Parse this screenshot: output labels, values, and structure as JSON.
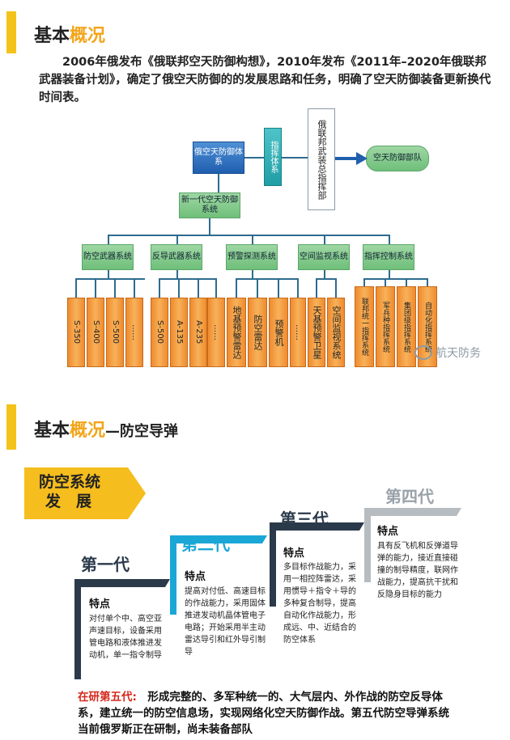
{
  "section1": {
    "title_a": "基本",
    "title_b": "概况",
    "para": "2006年俄发布《俄联邦空天防御构想》，2010年发布《2011年–2020年俄联邦武器装备计划》，确定了俄空天防御的的发展思路和任务，明确了空天防御装备更新换代时间表。"
  },
  "diagram": {
    "top_left": "俄空天防御体系",
    "command_system": "指挥体系",
    "hq": "俄联邦武装总指挥部",
    "units": "空天防御部队",
    "new_gen": "新一代空天防御系统",
    "groups": [
      {
        "label": "防空武器系统",
        "items": [
          "S-350",
          "S-400",
          "S-500",
          "……"
        ]
      },
      {
        "label": "反导武器系统",
        "items": [
          "S-500",
          "A-135",
          "A-235",
          "……"
        ]
      },
      {
        "label": "预警探测系统",
        "items": [
          "地基预警雷达",
          "防空雷达",
          "预警机",
          "……"
        ]
      },
      {
        "label": "空间监视系统",
        "items": [
          "天基预警卫星",
          "空间监视系统"
        ]
      },
      {
        "label": "指挥控制系统",
        "items": [
          "联邦统一指挥系统",
          "军兵种指挥系统",
          "集团级指挥系统",
          "自动化指挥系统"
        ]
      }
    ],
    "watermark": "航天防务"
  },
  "section2": {
    "title_a": "基本",
    "title_b": "概况",
    "title_c": "—防空导弹",
    "banner": [
      "防空系统",
      "发　展"
    ],
    "generations": [
      {
        "name": "第一代",
        "feature_title": "特点",
        "text": "对付单个中、高空亚声速目标，设备采用管电路和液体推进发动机，单一指令制导"
      },
      {
        "name": "第二代",
        "feature_title": "特点",
        "text": "提高对付低、高速目标的作战能力，采用固体推进发动机晶体管电子电路；开始采用半主动雷达导引和红外导引制导"
      },
      {
        "name": "第三代",
        "feature_title": "特点",
        "text": "多目标作战能力，采用一相控阵雷达，采用惯导＋指令＋导的多种复合制导，提高自动化作战能力，形成远、中、近结合的防空体系"
      },
      {
        "name": "第四代",
        "feature_title": "特点",
        "text": "具有反飞机和反弹道导弹的能力，接近直接碰撞的制导精度，联网作战能力，提高抗干扰和反隐身目标的能力"
      }
    ],
    "footer_red": "在研第五代:",
    "footer_text": "形成完整的、多军种统一的、大气层内、外作战的防空反导体系，建立统一的防空信息场，实现网络化空天防御作战。第五代防空导弹系统当前俄罗斯正在研制，尚未装备部队"
  },
  "colors": {
    "accent": "#f3c31a",
    "orange": "#f08a2e",
    "blue": "#1f5fae",
    "teal": "#1f9ea5",
    "green": "#6fbf7a"
  }
}
